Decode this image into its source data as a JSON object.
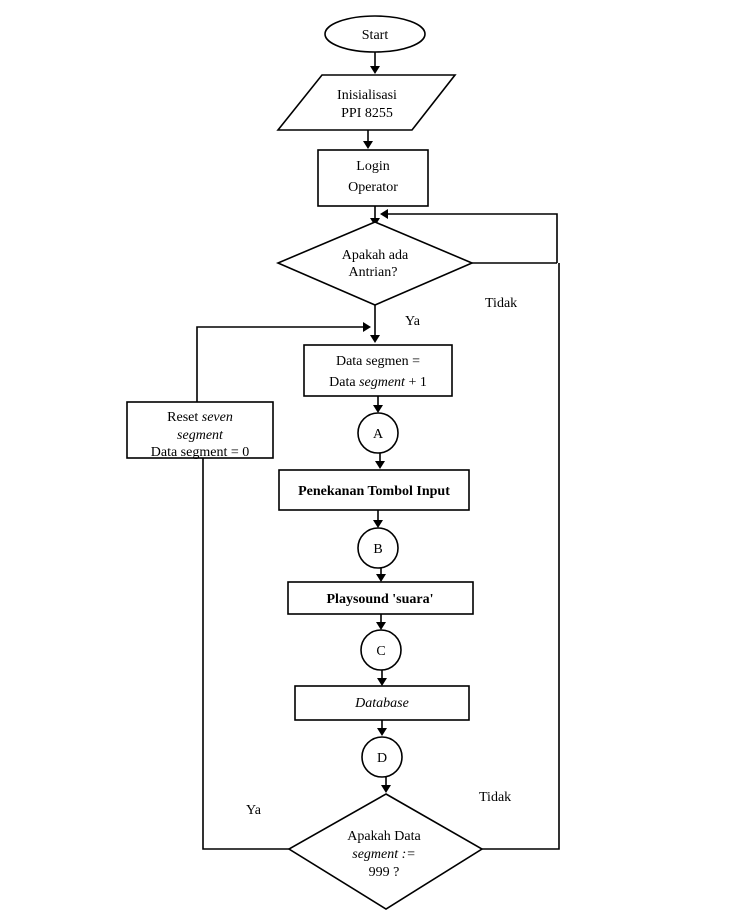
{
  "flowchart": {
    "start": {
      "label": "Start"
    },
    "init": {
      "line1": "Inisialisasi",
      "line2": "PPI 8255"
    },
    "login": {
      "line1": "Login",
      "line2": "Operator"
    },
    "decision_queue": {
      "line1": "Apakah ada",
      "line2": "Antrian?"
    },
    "increment": {
      "line1": "Data segmen =",
      "line2_a": "Data ",
      "line2_b": "segment",
      "line2_c": " + 1"
    },
    "connector_a": {
      "label": "A"
    },
    "press_input": {
      "label": "Penekanan Tombol Input"
    },
    "connector_b": {
      "label": "B"
    },
    "playsound": {
      "label": "Playsound 'suara'"
    },
    "connector_c": {
      "label": "C"
    },
    "database": {
      "label": "Database"
    },
    "connector_d": {
      "label": "D"
    },
    "decision_999": {
      "line1": "Apakah Data",
      "line2": "segment :=",
      "line3": "999 ?"
    },
    "reset": {
      "line1_a": "Reset ",
      "line1_b": "seven",
      "line2": "segment",
      "line3": "Data segment = 0"
    },
    "labels": {
      "ya_top": "Ya",
      "tidak_top": "Tidak",
      "ya_bottom": "Ya",
      "tidak_bottom": "Tidak"
    }
  }
}
